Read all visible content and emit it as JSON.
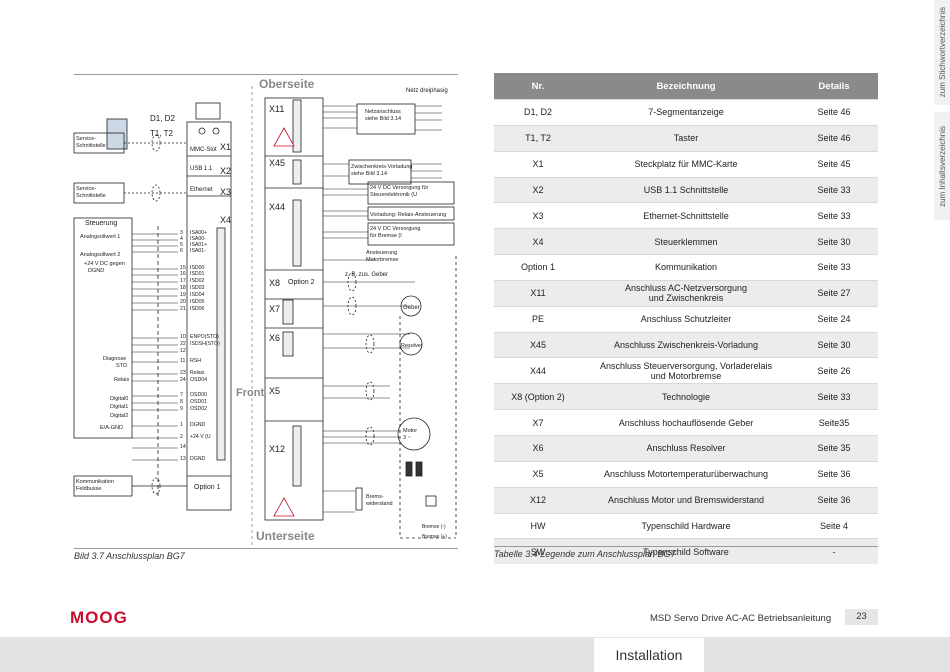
{
  "side_tabs": {
    "keyword_index": "zum Stichwortverzeichnis",
    "toc": "zum Inhaltsverzeichnis"
  },
  "diagram": {
    "top_label": "Oberseite",
    "bottom_label": "Unterseite",
    "front_label": "Front",
    "net_label": "Netz dreiphasig",
    "d1d2": "D1, D2",
    "t1t2": "T1, T2",
    "mmc_slot": "MMC-Slot",
    "usb": "USB 1.1",
    "ethernet": "Ethernet",
    "service1": "Service-\nSchnittstelle",
    "service2": "Service-\nSchnittstelle",
    "steuerung": "Steuerung",
    "analog1": "Analogsollwert 1",
    "analog2": "Analogsollwert 2",
    "dc_gegen": "+24 V DC gegen",
    "dgnd": "DGND",
    "diagnose": "Diagnose",
    "sto": "STO",
    "relais": "Relais",
    "digital0": "Digital0",
    "digital1": "Digital1",
    "digital2": "Digital2",
    "ea_gnd": "E/A-GND",
    "komm": "Kommunikation\nFeldbusse",
    "option1": "Option 1",
    "option2": "Option 2",
    "netzanschluss": "Netzanschluss\nsiehe Bild 3.14",
    "zwischenkreis": "Zwischenkreis-Vorladung\nsiehe Bild 3.14",
    "dc_steuer": "24 V DC Versorgung für\nSteuerelektronik (U",
    "vorladung": "Vorladung: Relais-Ansteuerung",
    "dc_bremse": "24 V DC Versorgung\nfür Bremse (I",
    "ansteuerung": "Ansteuerung\nMotorbremse",
    "zb_geber": "z. B. zus. Geber",
    "geber": "Geber",
    "resolver": "Resolver",
    "motor": "Motor\n3 ~",
    "bremswiderstand": "Brems-\nwiderstand",
    "bremse_minus": "Bremse (-)",
    "bremse_plus": "Bremse (+)",
    "x_labels": [
      "X1",
      "X2",
      "X3",
      "X4",
      "X11",
      "X45",
      "X44",
      "X8",
      "X7",
      "X6",
      "X5",
      "X12"
    ],
    "x4_pins": [
      [
        "3",
        "ISA00+"
      ],
      [
        "4",
        "ISA00-"
      ],
      [
        "5",
        "ISA01+"
      ],
      [
        "6",
        "ISA01-"
      ],
      [
        "15",
        "ISD00"
      ],
      [
        "16",
        "ISD01"
      ],
      [
        "17",
        "ISD02"
      ],
      [
        "18",
        "ISD03"
      ],
      [
        "19",
        "ISD04"
      ],
      [
        "20",
        "ISD05"
      ],
      [
        "21",
        "ISD06"
      ],
      [
        "10",
        "ENPO(STO)"
      ],
      [
        "22",
        "ISDSH(STO)"
      ],
      [
        "12",
        ""
      ],
      [
        "11",
        "RSH"
      ],
      [
        "23",
        "Relais"
      ],
      [
        "24",
        "OSD04"
      ],
      [
        "7",
        "OSD00"
      ],
      [
        "8",
        "OSD01"
      ],
      [
        "9",
        "OSD02"
      ],
      [
        "1",
        "DGND"
      ],
      [
        "2",
        "+24 V (U"
      ],
      [
        "14",
        ""
      ],
      [
        "13",
        "DGND"
      ]
    ]
  },
  "captions": {
    "figure": "Bild 3.7    Anschlussplan BG7",
    "table": "Tabelle 3.4    Legende zum Anschlussplan BG7"
  },
  "table": {
    "headers": [
      "Nr.",
      "Bezeichnung",
      "Details"
    ],
    "rows": [
      [
        "D1, D2",
        "7-Segmentanzeige",
        "Seite 46"
      ],
      [
        "T1, T2",
        "Taster",
        "Seite 46"
      ],
      [
        "X1",
        "Steckplatz für MMC-Karte",
        "Seite 45"
      ],
      [
        "X2",
        "USB 1.1 Schnittstelle",
        "Seite 33"
      ],
      [
        "X3",
        "Ethernet-Schnittstelle",
        "Seite 33"
      ],
      [
        "X4",
        "Steuerklemmen",
        "Seite 30"
      ],
      [
        "Option 1",
        "Kommunikation",
        "Seite 33"
      ],
      [
        "X11",
        "Anschluss AC-Netzversorgung\nund Zwischenkreis",
        "Seite 27"
      ],
      [
        "PE",
        "Anschluss Schutzleiter",
        "Seite 24"
      ],
      [
        "X45",
        "Anschluss Zwischenkreis-Vorladung",
        "Seite 30"
      ],
      [
        "X44",
        "Anschluss Steuerversorgung, Vorladerelais\nund Motorbremse",
        "Seite 26"
      ],
      [
        "X8 (Option 2)",
        "Technologie",
        "Seite 33"
      ],
      [
        "X7",
        "Anschluss hochauflösende Geber",
        "Seite35"
      ],
      [
        "X6",
        "Anschluss Resolver",
        "Seite 35"
      ],
      [
        "X5",
        "Anschluss Motortemperaturüberwachung",
        "Seite 36"
      ],
      [
        "X12",
        "Anschluss Motor und Bremswiderstand",
        "Seite 36"
      ],
      [
        "HW",
        "Typenschild Hardware",
        "Seite 4"
      ],
      [
        "SW",
        "Typenschild Software",
        "-"
      ]
    ]
  },
  "footer": {
    "brand": "MOOG",
    "doc_title": "MSD Servo Drive AC-AC Betriebsanleitung",
    "page": "23",
    "section": "Installation"
  },
  "colors": {
    "brand_red": "#c8102e",
    "table_header": "#8a8a8a",
    "footer_bar": "#e3e3e3"
  }
}
